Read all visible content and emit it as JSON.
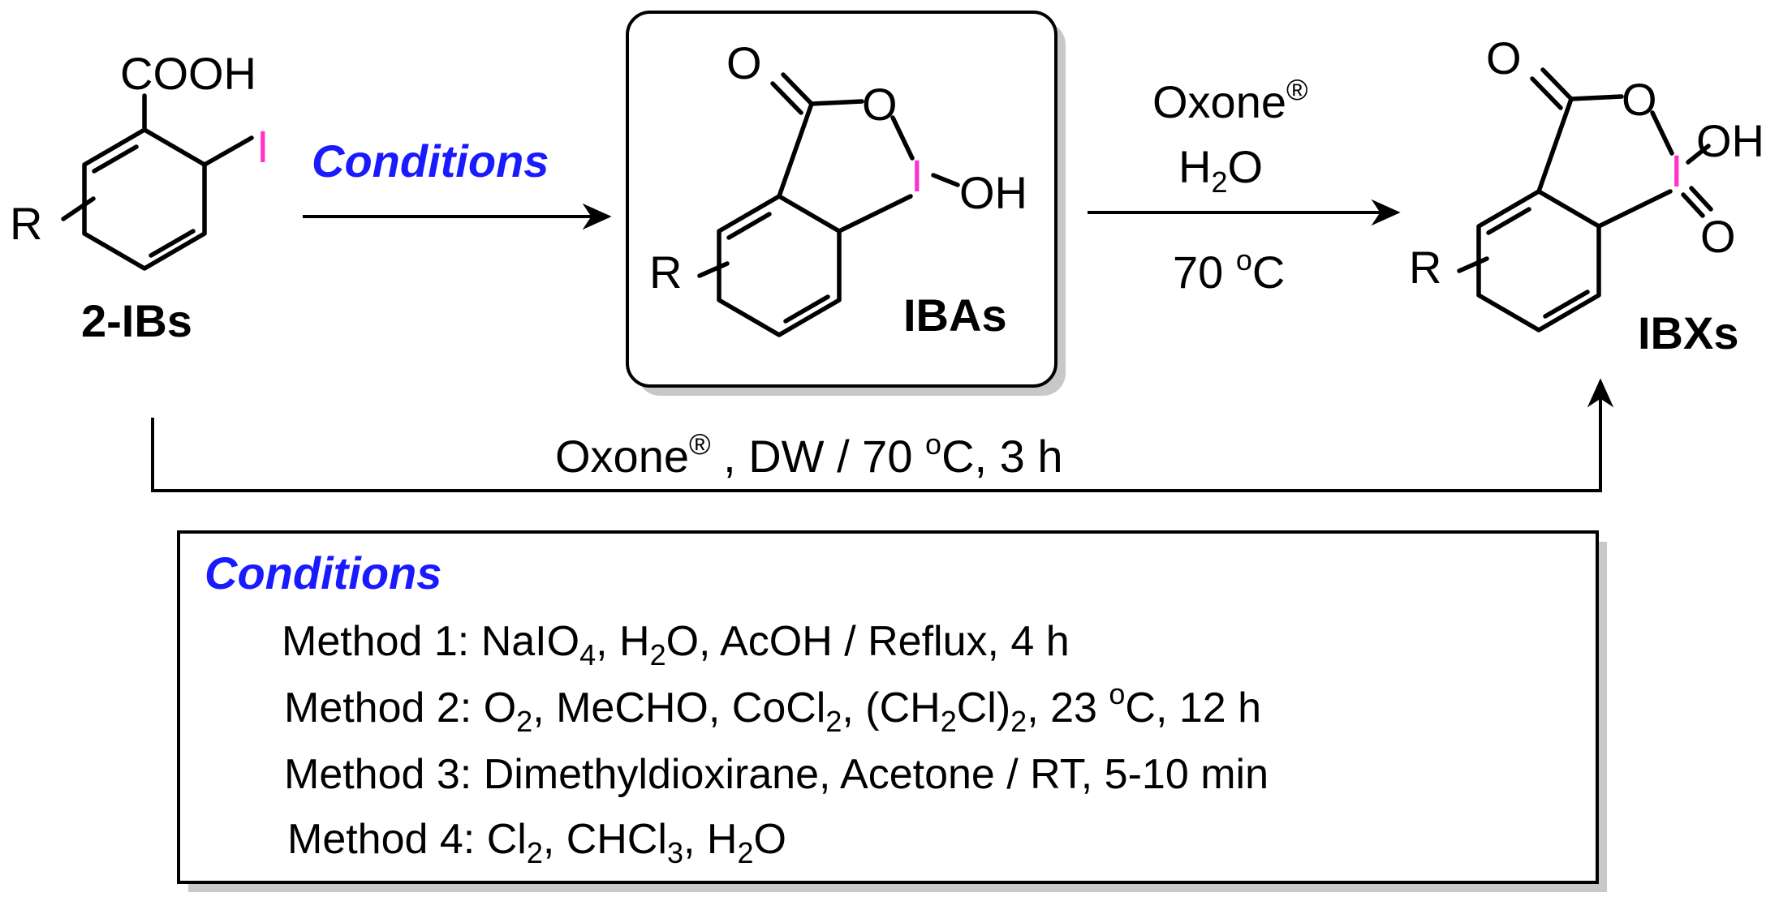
{
  "compounds": {
    "start": {
      "label": "2-IBs",
      "group": "COOH",
      "iodine": "I",
      "r": "R"
    },
    "intermediate": {
      "label": "IBAs",
      "o_carbonyl": "O",
      "o_ring": "O",
      "iodine": "I",
      "oh": "OH",
      "r": "R"
    },
    "product": {
      "label": "IBXs",
      "o_carbonyl": "O",
      "o_ring": "O",
      "iodine": "I",
      "oh": "OH",
      "o_oxo": "O",
      "r": "R"
    }
  },
  "arrows": {
    "step1": {
      "label": "Conditions"
    },
    "step2": {
      "reagent": "Oxone",
      "reagent_mark": "®",
      "solvent_main": "H",
      "solvent_sub": "2",
      "solvent_end": "O",
      "temp": "70 ",
      "temp_deg": "o",
      "temp_unit": "C"
    },
    "direct": {
      "reagent": "Oxone",
      "reagent_mark": "®",
      "rest": " , DW / 70 ",
      "deg": "o",
      "tail": "C, 3 h"
    }
  },
  "conditions_box": {
    "title": "Conditions",
    "method1": {
      "a": "Method 1: NaIO",
      "a_sub": "4",
      "b": ", H",
      "b_sub": "2",
      "c": "O, AcOH / Reflux, 4 h"
    },
    "method2": {
      "a": "Method 2: O",
      "a_sub": "2",
      "b": ", MeCHO, CoCl",
      "b_sub": "2",
      "c": ", (CH",
      "c_sub": "2",
      "d": "Cl)",
      "d_sub": "2",
      "e": ", 23 ",
      "deg": "o",
      "f": "C, 12 h"
    },
    "method3": {
      "text": "Method 3: Dimethyldioxirane, Acetone / RT, 5-10 min"
    },
    "method4": {
      "a": "Method 4: Cl",
      "a_sub": "2",
      "b": ", CHCl",
      "b_sub": "3",
      "c": ", H",
      "c_sub": "2",
      "d": "O"
    }
  },
  "colors": {
    "iodine": "#ff33cc",
    "conditions": "#1a1aff"
  }
}
